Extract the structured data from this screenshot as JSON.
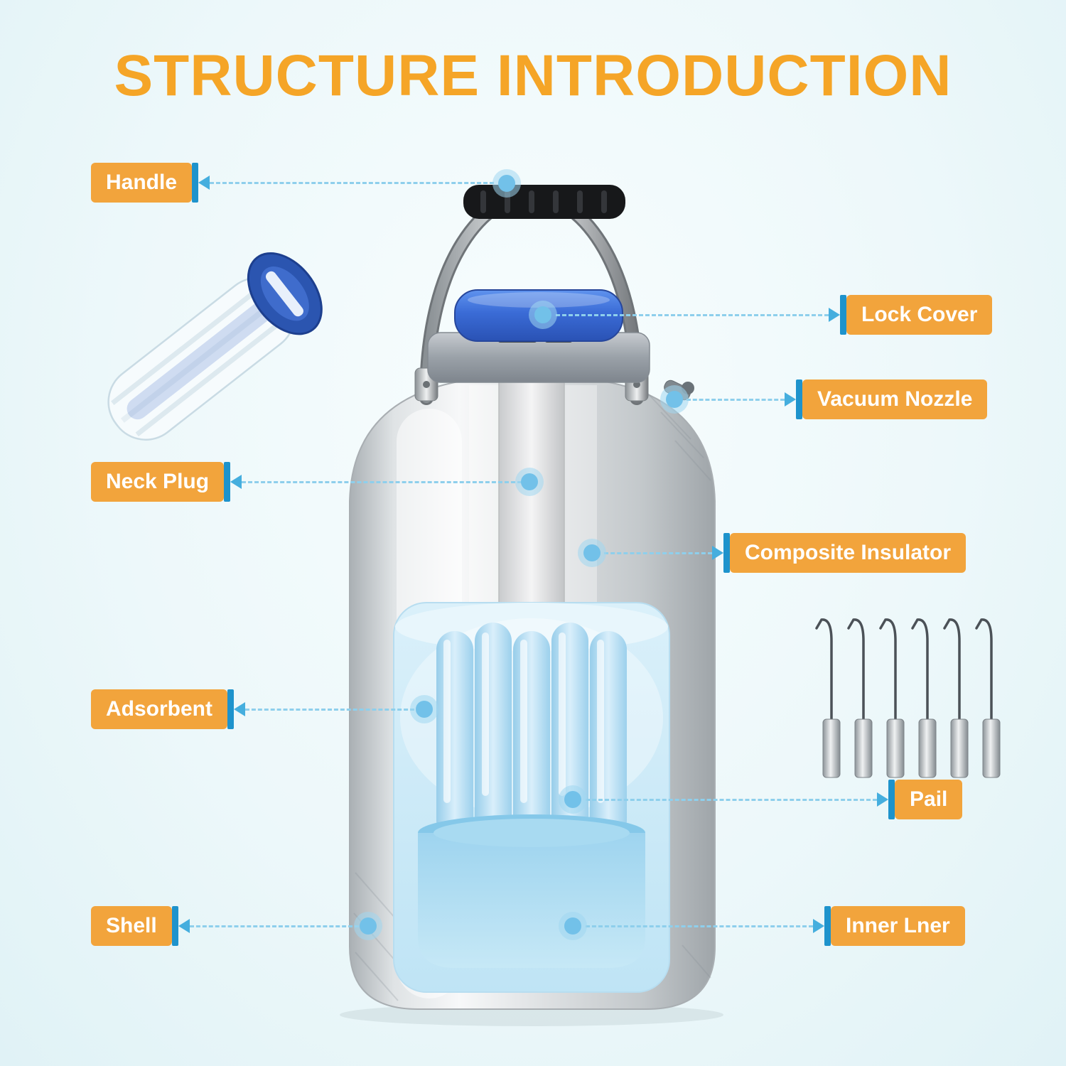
{
  "title": "STRUCTURE INTRODUCTION",
  "colors": {
    "title_orange": "#f5a527",
    "label_orange": "#f2a43c",
    "accent_bar_blue": "#1e93cc",
    "arrow_blue": "#45aede",
    "dashed_line_blue": "#8ecfec",
    "pointer_dot_blue": "#72c1e9",
    "lock_cover_blue": "#3a6bd6",
    "background_cyan": "#e0f2f6"
  },
  "callouts": [
    {
      "id": "handle",
      "text": "Handle",
      "side": "left"
    },
    {
      "id": "lock-cover",
      "text": "Lock Cover",
      "side": "right"
    },
    {
      "id": "vacuum-nozzle",
      "text": "Vacuum Nozzle",
      "side": "right"
    },
    {
      "id": "neck-plug",
      "text": "Neck Plug",
      "side": "left"
    },
    {
      "id": "composite-insulator",
      "text": "Composite Insulator",
      "side": "right"
    },
    {
      "id": "adsorbent",
      "text": "Adsorbent",
      "side": "left"
    },
    {
      "id": "pail",
      "text": "Pail",
      "side": "right"
    },
    {
      "id": "shell",
      "text": "Shell",
      "side": "left"
    },
    {
      "id": "inner-liner",
      "text": "Inner Lner",
      "side": "right"
    }
  ]
}
